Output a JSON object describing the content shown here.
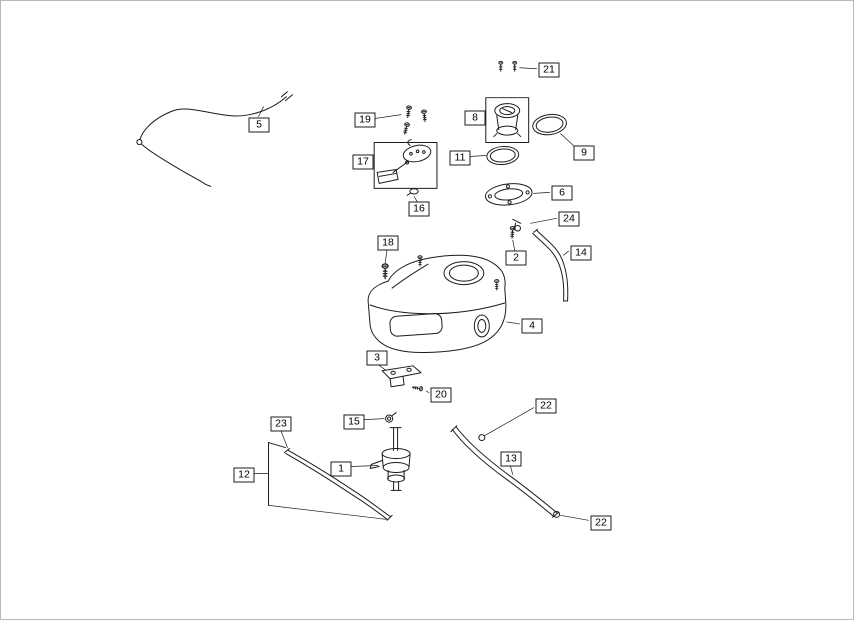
{
  "page": {
    "background": "#ffffff",
    "line_color": "#1c1c1c",
    "border_color": "#b9b9b9"
  },
  "callouts": {
    "1": "1",
    "2": "2",
    "3": "3",
    "4": "4",
    "5": "5",
    "6": "6",
    "8": "8",
    "9": "9",
    "11": "11",
    "12": "12",
    "13": "13",
    "14": "14",
    "15": "15",
    "16": "16",
    "17": "17",
    "18": "18",
    "19": "19",
    "20": "20",
    "21": "21",
    "22a": "22",
    "22b": "22",
    "23": "23",
    "24": "24"
  }
}
